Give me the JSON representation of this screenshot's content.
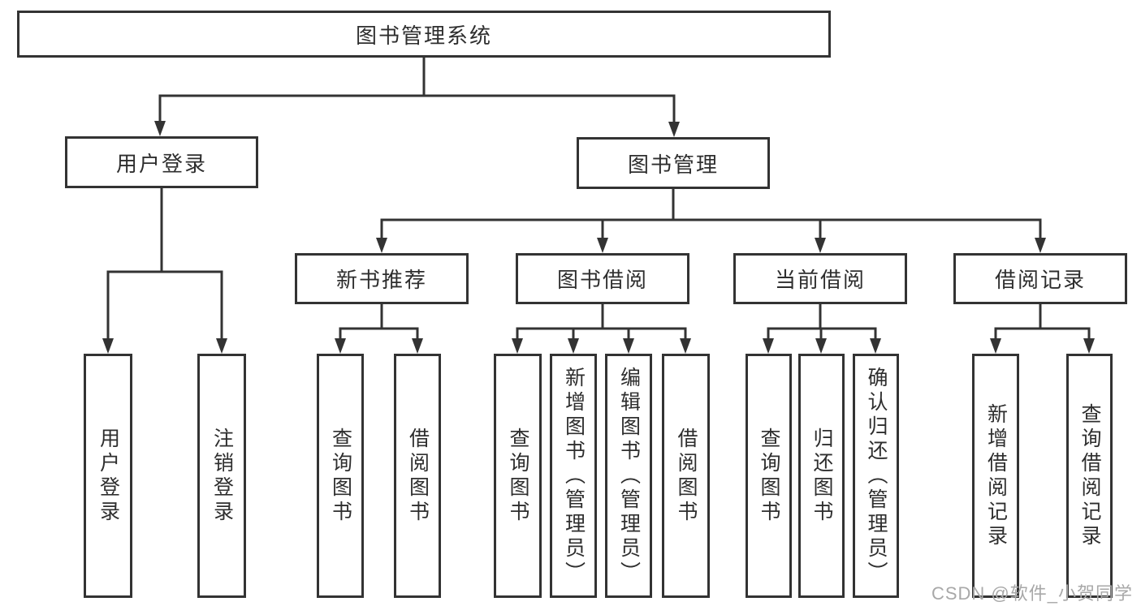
{
  "diagram": {
    "type": "hierarchy-tree",
    "colors": {
      "line": "#333333",
      "text": "#2e2e2e",
      "box_background": "#ffffff",
      "page_background": "#ffffff",
      "watermark": "#a8a8a8"
    },
    "watermark": "CSDN @软件_小贺同学",
    "root": {
      "label": "图书管理系统",
      "children": [
        {
          "label": "用户登录",
          "children": [
            {
              "label": "用户登录"
            },
            {
              "label": "注销登录"
            }
          ]
        },
        {
          "label": "图书管理",
          "children": [
            {
              "label": "新书推荐",
              "children": [
                {
                  "label": "查询图书"
                },
                {
                  "label": "借阅图书"
                }
              ]
            },
            {
              "label": "图书借阅",
              "children": [
                {
                  "label": "查询图书"
                },
                {
                  "label": "新增图书（管理员）"
                },
                {
                  "label": "编辑图书（管理员）"
                },
                {
                  "label": "借阅图书"
                }
              ]
            },
            {
              "label": "当前借阅",
              "children": [
                {
                  "label": "查询图书"
                },
                {
                  "label": "归还图书"
                },
                {
                  "label": "确认归还（管理员）"
                }
              ]
            },
            {
              "label": "借阅记录",
              "children": [
                {
                  "label": "新增借阅记录"
                },
                {
                  "label": "查询借阅记录"
                }
              ]
            }
          ]
        }
      ]
    }
  }
}
